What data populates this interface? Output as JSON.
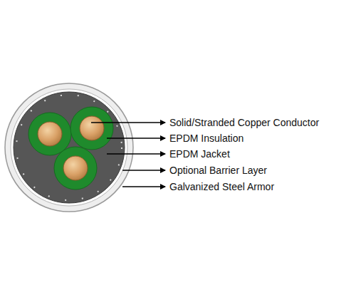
{
  "diagram": {
    "labels": [
      "Solid/Stranded Copper Conductor",
      "EPDM Insulation",
      "EPDM Jacket",
      "Optional Barrier Layer",
      "Galvanized Steel Armor"
    ]
  }
}
